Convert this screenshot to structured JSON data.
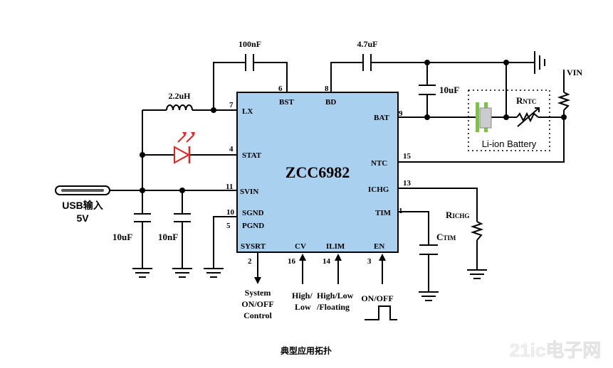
{
  "chip": {
    "name": "ZCC6982",
    "fill": "#a9d1ef"
  },
  "pins": {
    "lx": {
      "num": "7",
      "label": "LX"
    },
    "stat": {
      "num": "4",
      "label": "STAT"
    },
    "svin": {
      "num": "11",
      "label": "SVIN"
    },
    "sgnd": {
      "num": "10",
      "label": "SGND"
    },
    "pgnd": {
      "num": "5",
      "label": "PGND"
    },
    "bst": {
      "num": "6",
      "label": "BST"
    },
    "bd": {
      "num": "8",
      "label": "BD"
    },
    "bat": {
      "num": "9",
      "label": "BAT"
    },
    "ntc": {
      "num": "15",
      "label": "NTC"
    },
    "ichg": {
      "num": "13",
      "label": "ICHG"
    },
    "tim": {
      "num": "1",
      "label": "TIM"
    },
    "sysrt": {
      "num": "2",
      "label": "SYSRT"
    },
    "cv": {
      "num": "16",
      "label": "CV"
    },
    "ilim": {
      "num": "14",
      "label": "ILIM"
    },
    "en": {
      "num": "3",
      "label": "EN"
    }
  },
  "components": {
    "c_bst": "100nF",
    "c_bd": "4.7uF",
    "c_bat": "10uF",
    "inductor": "2.2uH",
    "c_in1": "10uF",
    "c_in2": "10nF",
    "r_ntc_main": "R",
    "r_ntc_sub": "NTC",
    "r_ichg_main": "R",
    "r_ichg_sub": "ICHG",
    "c_tim_main": "C",
    "c_tim_sub": "TIM",
    "vin": "VIN",
    "battery": "Li-ion Battery",
    "usb_line1": "USB输入",
    "usb_line2": "5V"
  },
  "annotations": {
    "sysrt": [
      "System",
      "ON/OFF",
      "Control"
    ],
    "cv": [
      "High/",
      "Low"
    ],
    "ilim": [
      "High/Low",
      "/Floating"
    ],
    "en": "ON/OFF"
  },
  "caption": "典型应用拓扑",
  "watermark": "21ic电子网",
  "colors": {
    "led": "#e8221c",
    "battery": "#7dc242"
  }
}
